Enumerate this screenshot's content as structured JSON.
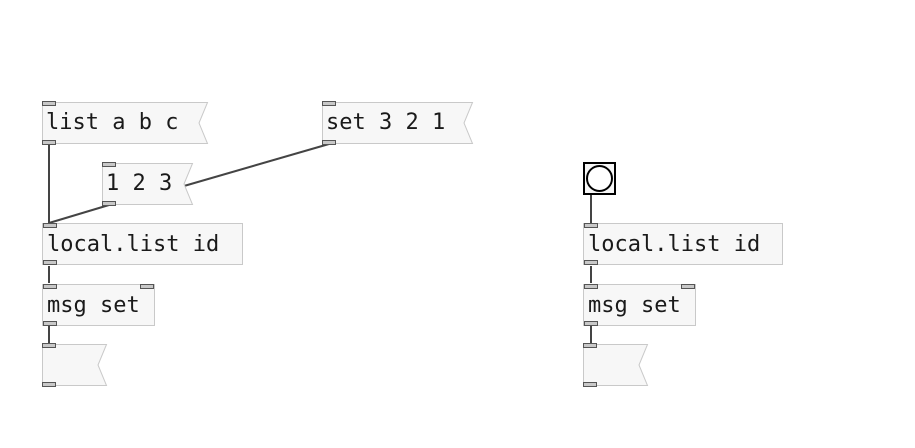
{
  "patch": {
    "left_group": {
      "msg_list": "list a b c",
      "msg_123": "1 2 3",
      "msg_set321": "set 3 2 1",
      "obj_local_list": "local.list id",
      "obj_msg_set": "msg set",
      "msg_empty": ""
    },
    "right_group": {
      "bang": "bng",
      "obj_local_list": "local.list id",
      "obj_msg_set": "msg set",
      "msg_empty": ""
    }
  },
  "colors": {
    "box_fill": "#f7f7f7",
    "box_border": "#c9c9c9",
    "wire": "#444444",
    "iolet": "#555555"
  }
}
